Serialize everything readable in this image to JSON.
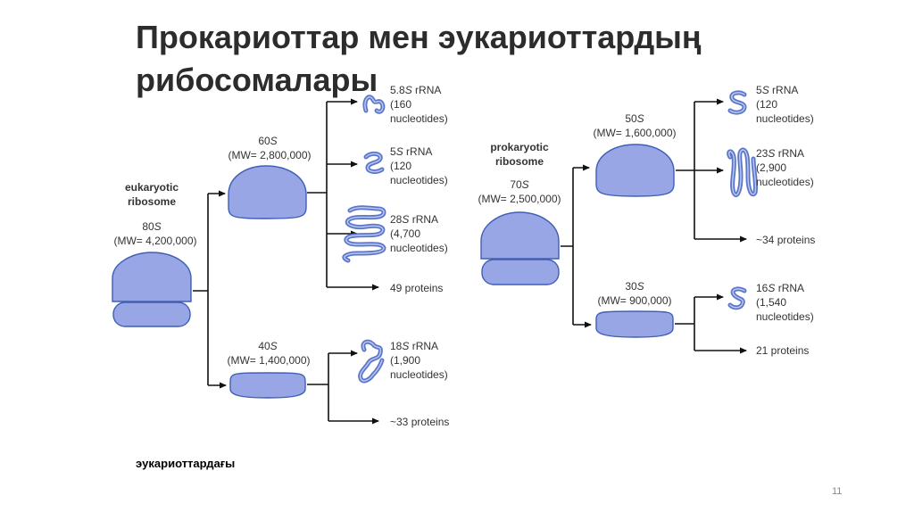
{
  "slide": {
    "title": "Прокариоттар мен эукариоттардың рибосомалары",
    "caption": "эукариоттардағы",
    "page_number": "11"
  },
  "eukaryotic": {
    "label_line1": "eukaryotic",
    "label_line2": "ribosome",
    "s_value": "80",
    "mw": "(MW= 4,200,000)",
    "large_subunit": {
      "s_value": "60",
      "mw": "(MW= 2,800,000)",
      "products": [
        {
          "s_value": "5.8",
          "name": " rRNA",
          "line2": "(160",
          "line3": "nucleotides)"
        },
        {
          "s_value": "5",
          "name": " rRNA",
          "line2": "(120",
          "line3": "nucleotides)"
        },
        {
          "s_value": "28",
          "name": " rRNA",
          "line2": "(4,700",
          "line3": "nucleotides)"
        },
        {
          "label": "49 proteins"
        }
      ]
    },
    "small_subunit": {
      "s_value": "40",
      "mw": "(MW= 1,400,000)",
      "products": [
        {
          "s_value": "18",
          "name": " rRNA",
          "line2": "(1,900",
          "line3": "nucleotides)"
        },
        {
          "label": "~33 proteins"
        }
      ]
    }
  },
  "prokaryotic": {
    "label_line1": "prokaryotic",
    "label_line2": "ribosome",
    "s_value": "70",
    "mw": "(MW= 2,500,000)",
    "large_subunit": {
      "s_value": "50",
      "mw": "(MW= 1,600,000)",
      "products": [
        {
          "s_value": "5",
          "name": " rRNA",
          "line2": "(120",
          "line3": "nucleotides)"
        },
        {
          "s_value": "23",
          "name": " rRNA",
          "line2": "(2,900",
          "line3": "nucleotides)"
        },
        {
          "label": "~34 proteins"
        }
      ]
    },
    "small_subunit": {
      "s_value": "30",
      "mw": "(MW= 900,000)",
      "products": [
        {
          "s_value": "16",
          "name": " rRNA",
          "line2": "(1,540",
          "line3": "nucleotides)"
        },
        {
          "label": "21 proteins"
        }
      ]
    }
  },
  "common": {
    "s_unit": "S"
  },
  "colors": {
    "subunit_fill": "#98a6e6",
    "subunit_stroke": "#3f5fb5",
    "rna": "#5b76c9",
    "title": "#2c2c2c"
  }
}
